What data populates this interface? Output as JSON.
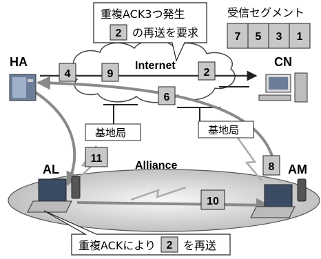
{
  "callout_top": {
    "line1": "重複ACK3つ発生",
    "seq": "2",
    "line2": "の再送を要求"
  },
  "recv_title": "受信セグメント",
  "recv_segments": [
    "7",
    "5",
    "3",
    "1"
  ],
  "nodes": {
    "ha": "HA",
    "cn": "CN",
    "al": "AL",
    "am": "AM"
  },
  "cloud_label": "Internet",
  "alliance_label": "Alliance",
  "base_station_label": "基地局",
  "packets": {
    "p4": "4",
    "p9": "9",
    "p2": "2",
    "p6": "6",
    "p11": "11",
    "p8": "8",
    "p10": "10"
  },
  "callout_bottom": {
    "line1": "重複ACKにより",
    "seq": "2",
    "line2": "を再送"
  }
}
